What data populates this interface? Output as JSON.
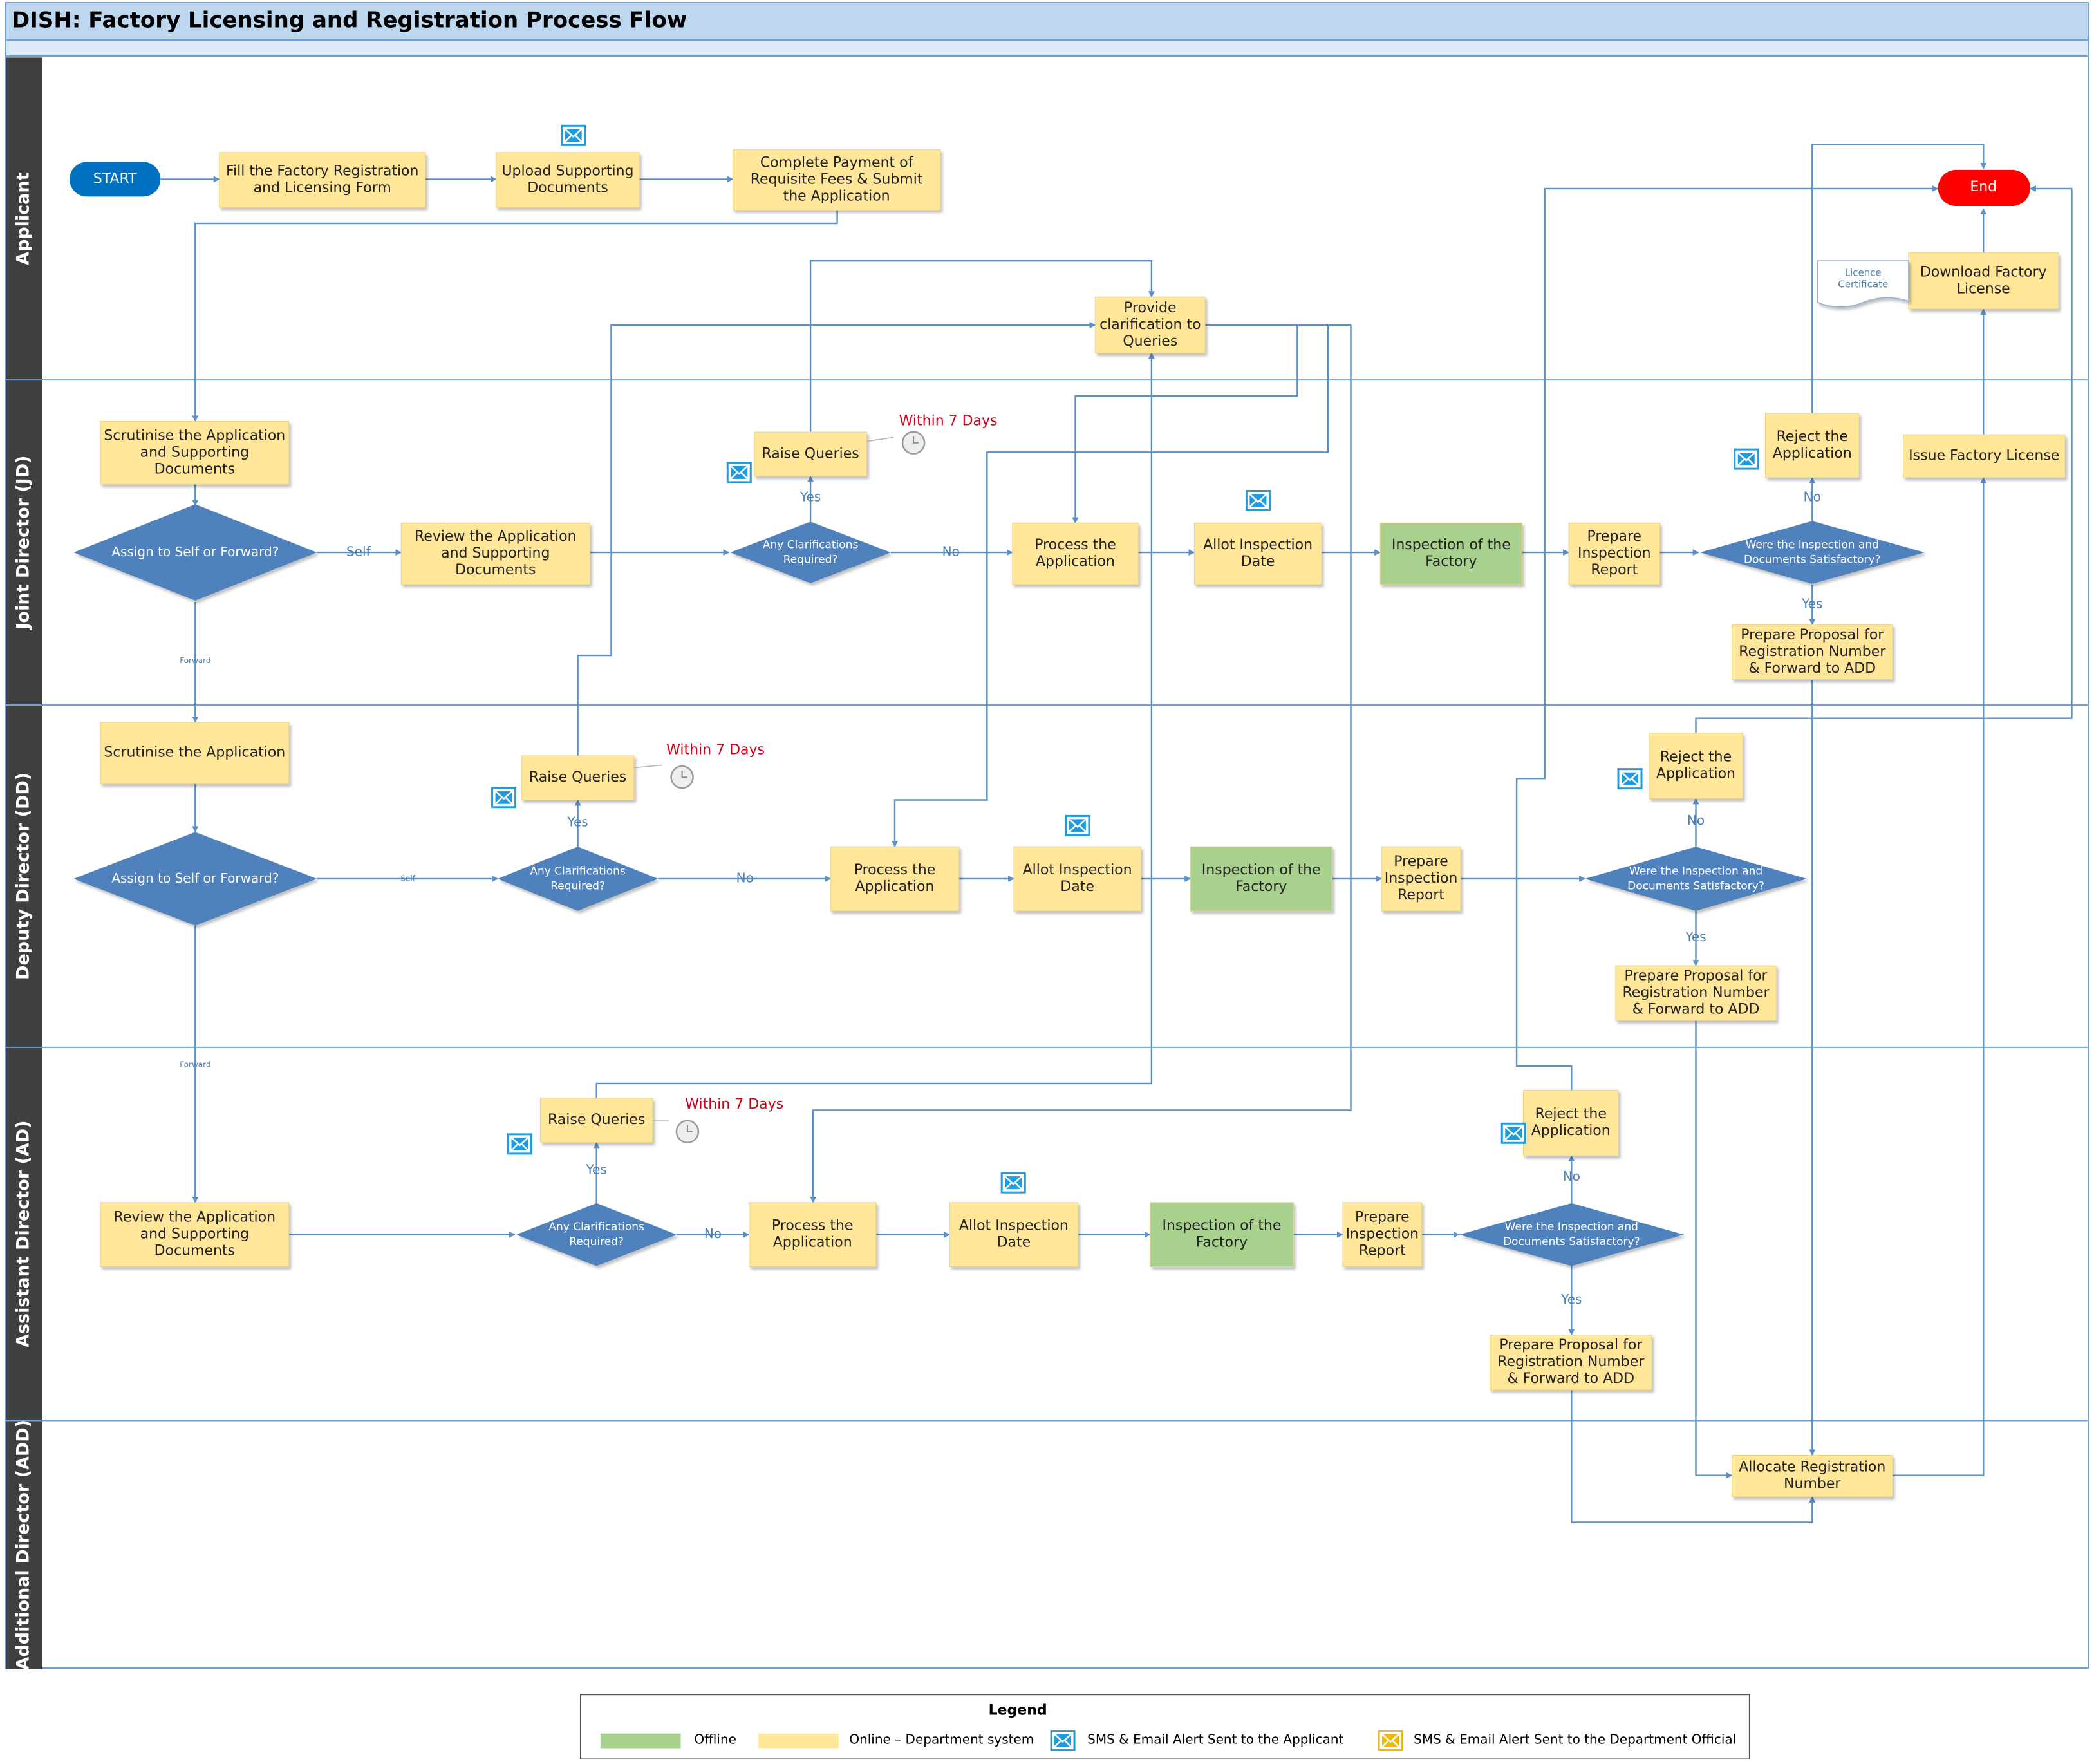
{
  "title": "DISH: Factory Licensing and Registration Process Flow",
  "lanes": [
    {
      "id": "applicant",
      "label": "Applicant"
    },
    {
      "id": "jd",
      "label": "Joint Director (JD)"
    },
    {
      "id": "dd",
      "label": "Deputy Director (DD)"
    },
    {
      "id": "ad",
      "label": "Assistant Director (AD)"
    },
    {
      "id": "add",
      "label": "Additional Director (ADD)"
    }
  ],
  "terminals": {
    "start": "START",
    "end": "End"
  },
  "applicant": {
    "fill_form": "Fill the Factory Registration\nand Licensing Form",
    "upload_docs": "Upload Supporting\nDocuments",
    "payment": "Complete Payment of\nRequisite Fees & Submit\nthe Application",
    "provide_clarification": "Provide\nclarification to\nQueries",
    "download_license": "Download Factory\nLicense",
    "licence_certificate": "Licence\nCertificate"
  },
  "jd": {
    "scrutinise": "Scrutinise the Application\nand Supporting\nDocuments",
    "assign": "Assign to Self or Forward?",
    "review": "Review the Application\nand Supporting\nDocuments",
    "clarifications": "Any Clarifications\nRequired?",
    "raise_queries": "Raise Queries",
    "within_days": "Within 7 Days",
    "process": "Process the\nApplication",
    "allot_date": "Allot Inspection\nDate",
    "inspection": "Inspection of the\nFactory",
    "prepare_report": "Prepare\nInspection\nReport",
    "satisfactory": "Were the Inspection and\nDocuments Satisfactory?",
    "reject": "Reject the\nApplication",
    "prepare_proposal": "Prepare Proposal for\nRegistration Number\n& Forward to ADD",
    "issue_license": "Issue Factory License"
  },
  "dd": {
    "scrutinise": "Scrutinise the Application",
    "assign": "Assign to Self or Forward?",
    "clarifications": "Any Clarifications\nRequired?",
    "raise_queries": "Raise Queries",
    "within_days": "Within 7 Days",
    "process": "Process the\nApplication",
    "allot_date": "Allot Inspection\nDate",
    "inspection": "Inspection of the\nFactory",
    "prepare_report": "Prepare\nInspection\nReport",
    "satisfactory": "Were the Inspection and\nDocuments Satisfactory?",
    "reject": "Reject the\nApplication",
    "prepare_proposal": "Prepare Proposal for\nRegistration Number\n& Forward to ADD"
  },
  "ad": {
    "review": "Review the Application\nand Supporting\nDocuments",
    "clarifications": "Any Clarifications\nRequired?",
    "raise_queries": "Raise Queries",
    "within_days": "Within 7 Days",
    "process": "Process the\nApplication",
    "allot_date": "Allot Inspection\nDate",
    "inspection": "Inspection of the\nFactory",
    "prepare_report": "Prepare\nInspection\nReport",
    "satisfactory": "Were the Inspection and\nDocuments Satisfactory?",
    "reject": "Reject the\nApplication",
    "prepare_proposal": "Prepare Proposal for\nRegistration Number\n& Forward to ADD"
  },
  "add": {
    "allocate": "Allocate Registration\nNumber"
  },
  "connector_labels": {
    "self": "Self",
    "forward": "Forward",
    "yes": "Yes",
    "no": "No"
  },
  "legend": {
    "title": "Legend",
    "items": [
      {
        "label": "Offline",
        "color": "#a9d18e"
      },
      {
        "label": "Online – Department system",
        "color": "#ffe699"
      },
      {
        "label": "SMS & Email Alert Sent to the Applicant",
        "icon": "envelope-blue-icon"
      },
      {
        "label": "SMS & Email Alert Sent to the Department Official",
        "icon": "envelope-yellow-icon"
      }
    ]
  },
  "colors": {
    "offline": "#a9d18e",
    "online": "#ffe699",
    "decision": "#4f81bd",
    "start": "#0070c0",
    "end": "#ff0000",
    "lane_header": "#3f3f3f",
    "title_bar": "#bdd7ee",
    "connector": "#5b8fc7"
  }
}
